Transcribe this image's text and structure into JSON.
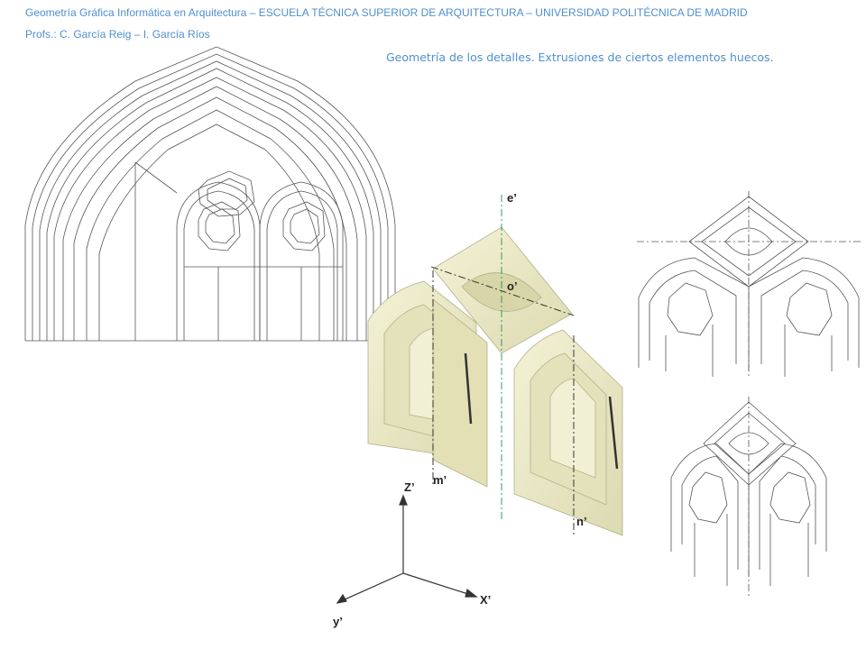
{
  "header": {
    "line1": "Geometría Gráfica Informática en Arquitectura – ESCUELA TÉCNICA  SUPERIOR  DE ARQUITECTURA   – UNIVERSIDAD POLITÉCNICA  DE MADRID",
    "line2": "Profs.: C. García Reig – I. García Ríos",
    "subtitle": "Geometría de los detalles. Extrusiones de ciertos elementos huecos."
  },
  "labels": {
    "e": "e’",
    "o": "o’",
    "m": "m’",
    "n": "n’",
    "z": "Z’",
    "x": "X’",
    "y": "y’"
  },
  "colors": {
    "header_text": "#4f8fd0",
    "stone": "#ecebc9",
    "axis_line": "#2e8b57"
  }
}
